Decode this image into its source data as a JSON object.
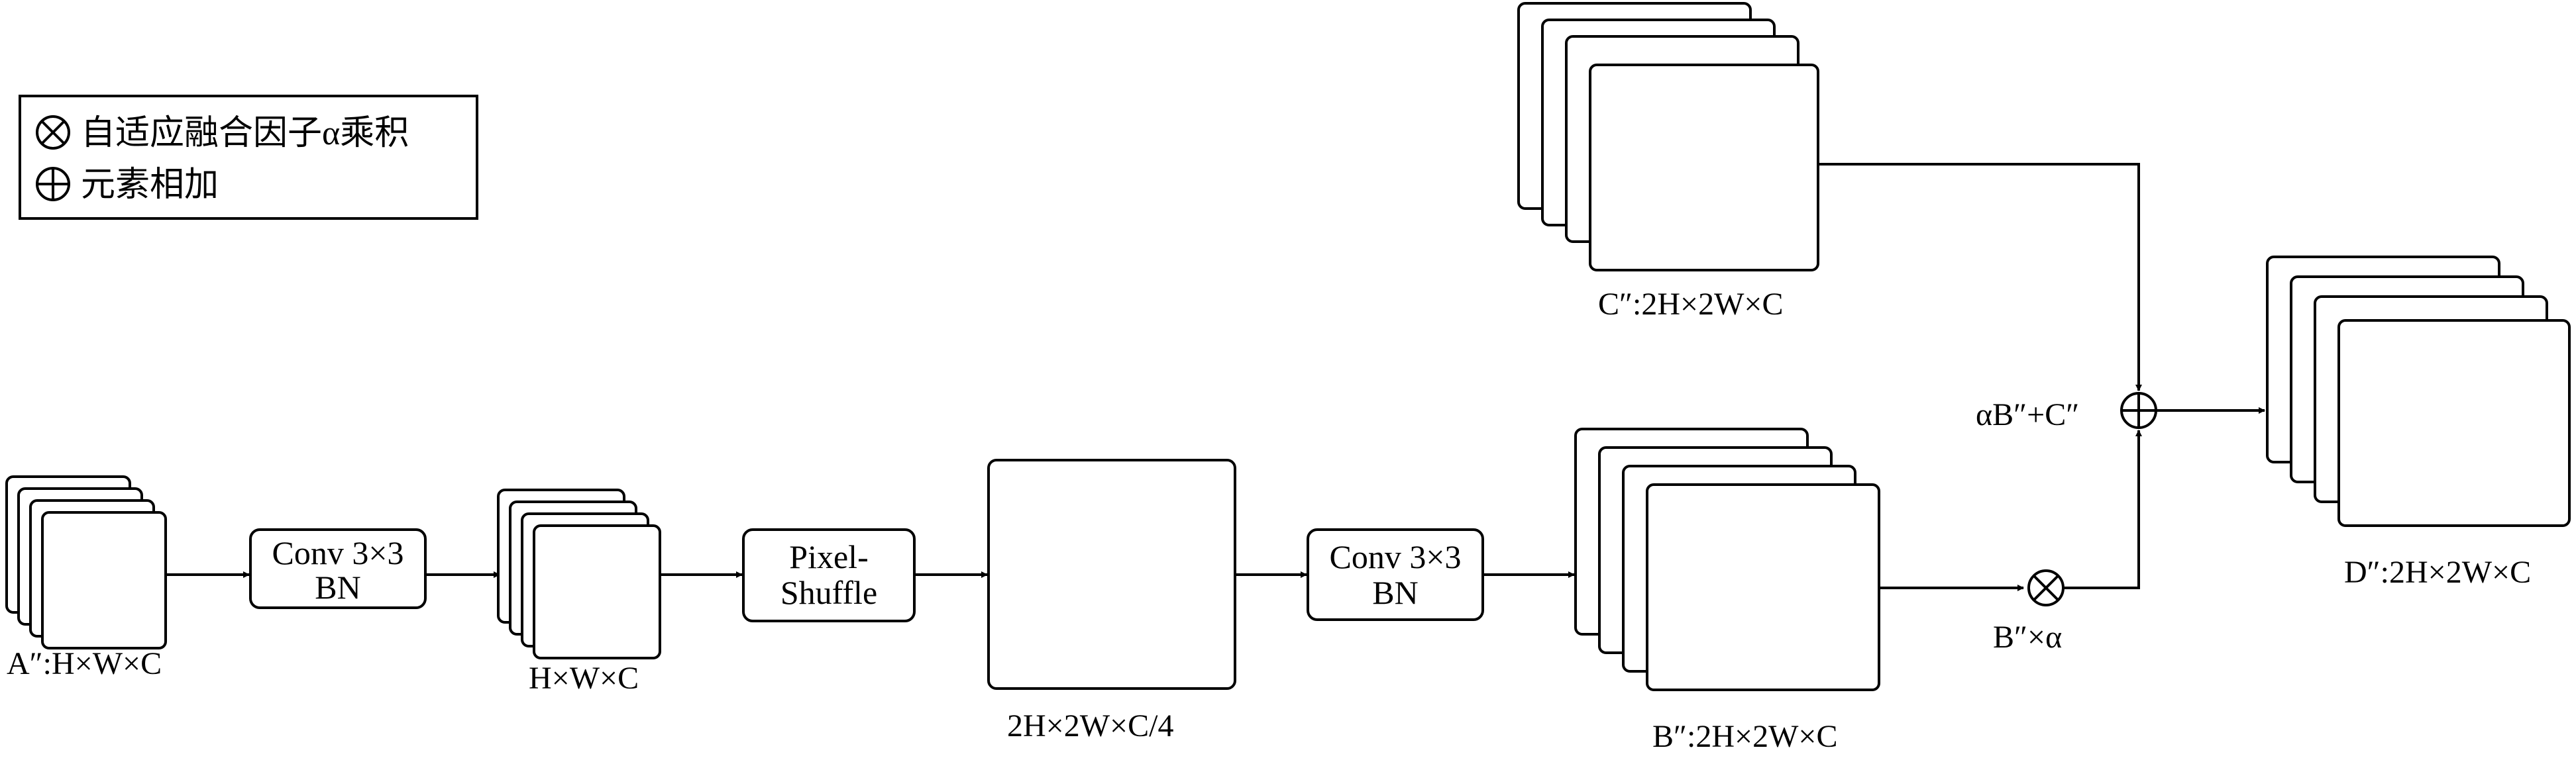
{
  "legend": {
    "multiply_label": "自适应融合因子α乘积",
    "add_label": "元素相加"
  },
  "nodes": {
    "a_label": "A″:H×W×C",
    "conv1_label": [
      "Conv 3×3",
      "BN"
    ],
    "hwc_label": "H×W×C",
    "pixel_shuffle_label": [
      "Pixel-",
      "Shuffle"
    ],
    "quarter_label": "2H×2W×C/4",
    "conv2_label": [
      "Conv 3×3",
      "BN"
    ],
    "b_label": "B″:2H×2W×C",
    "c_label": "C″:2H×2W×C",
    "b_alpha_label": "B″×α",
    "sum_label": "αB″+C″",
    "d_label": "D″:2H×2W×C"
  }
}
